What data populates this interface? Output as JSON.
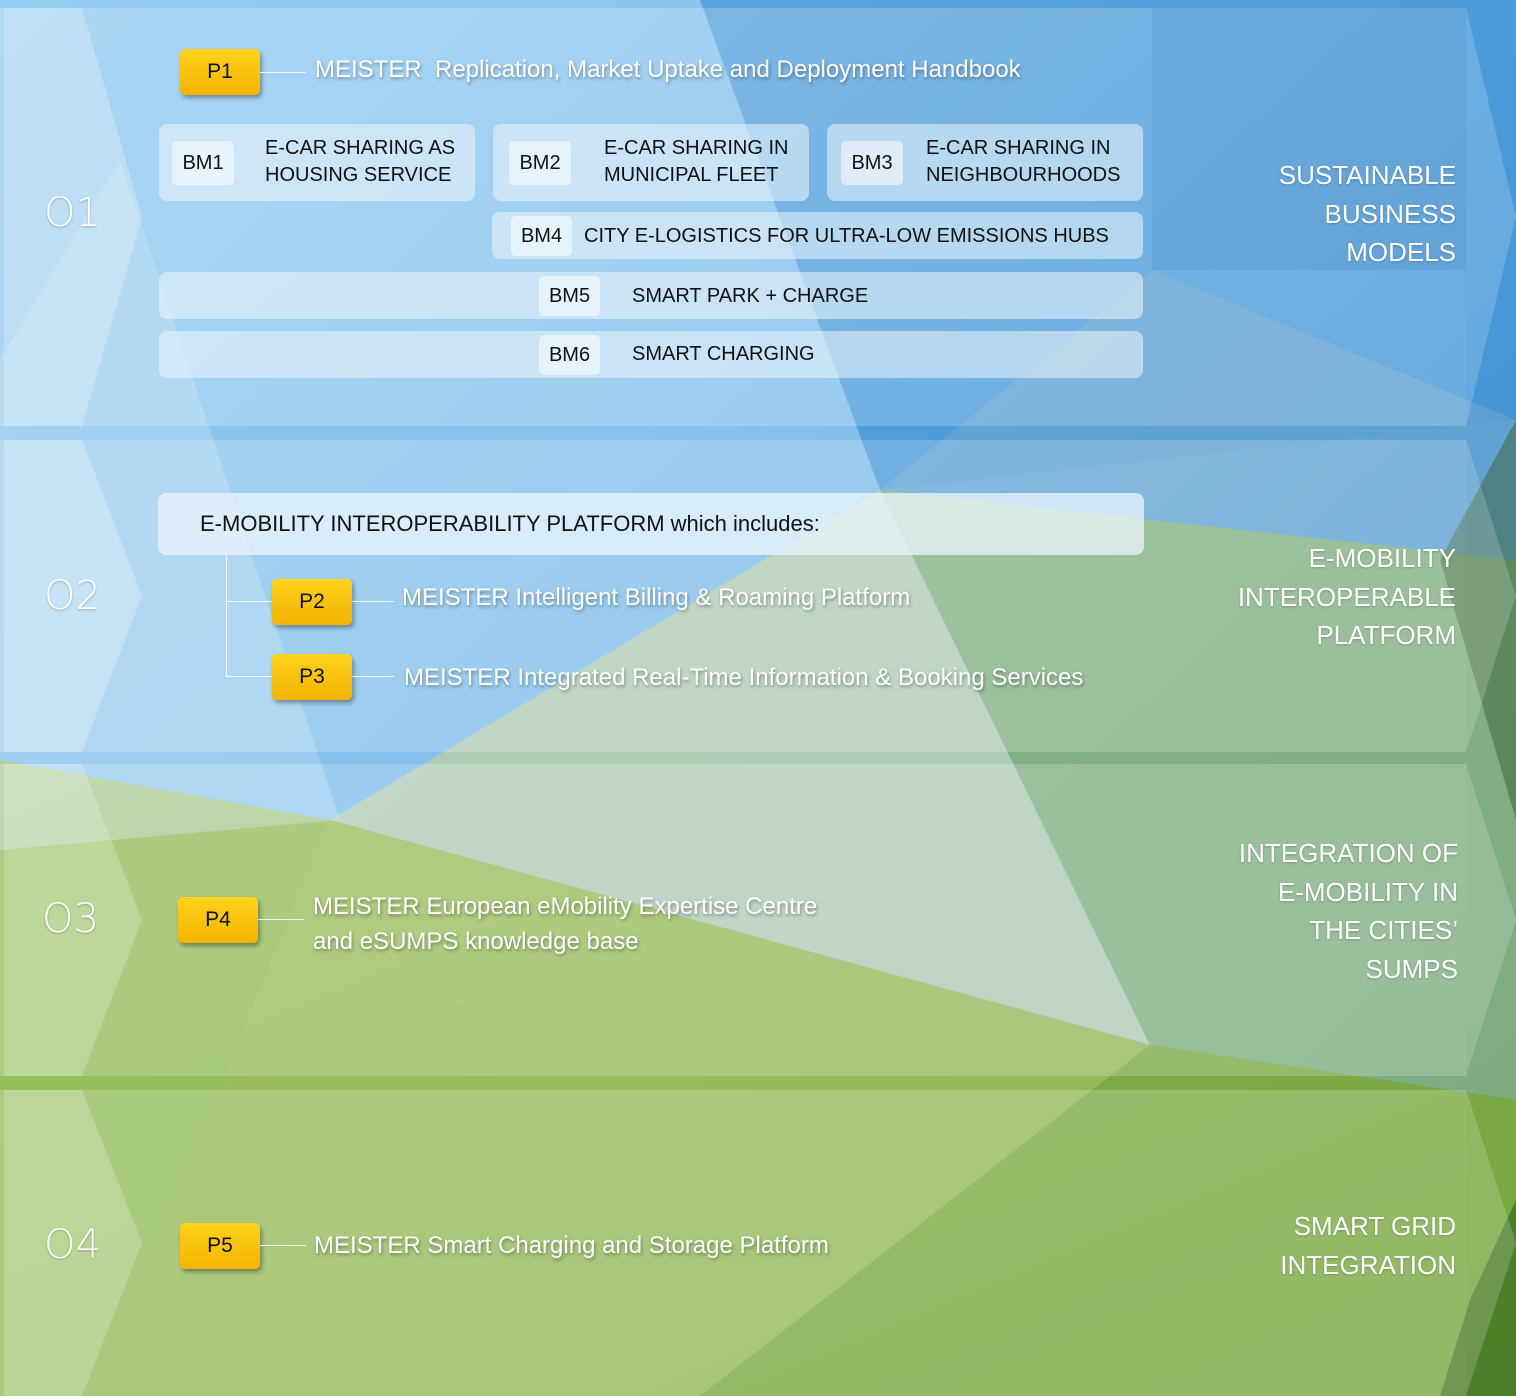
{
  "objectives": [
    {
      "id": "O1",
      "label": "SUSTAINABLE BUSINESS MODELS",
      "label_lines": [
        "SUSTAINABLE",
        "BUSINESS",
        "MODELS"
      ]
    },
    {
      "id": "O2",
      "label": "E-MOBILITY INTEROPERABLE PLATFORM",
      "label_lines": [
        "E-MOBILITY",
        "INTEROPERABLE",
        "PLATFORM"
      ]
    },
    {
      "id": "O3",
      "label": "INTEGRATION OF E-MOBILITY IN THE CITIES' SUMPS",
      "label_lines": [
        "INTEGRATION OF",
        "E-MOBILITY IN",
        "THE CITIES’",
        "SUMPS"
      ]
    },
    {
      "id": "O4",
      "label": "SMART GRID INTEGRATION",
      "label_lines": [
        "SMART GRID",
        "INTEGRATION"
      ]
    }
  ],
  "products": {
    "p1": {
      "code": "P1",
      "text": "MEISTER  Replication, Market Uptake and Deployment Handbook"
    },
    "p2": {
      "code": "P2",
      "text": "MEISTER Intelligent Billing & Roaming Platform"
    },
    "p3": {
      "code": "P3",
      "text": "MEISTER Integrated Real-Time Information & Booking Services"
    },
    "p4": {
      "code": "P4",
      "text_lines": [
        "MEISTER European eMobility Expertise Centre",
        "and eSUMPS knowledge base"
      ]
    },
    "p5": {
      "code": "P5",
      "text": "MEISTER Smart Charging and Storage Platform"
    }
  },
  "business_models": {
    "bm1": {
      "code": "BM1",
      "lines": [
        "E-CAR SHARING AS",
        "HOUSING SERVICE"
      ]
    },
    "bm2": {
      "code": "BM2",
      "lines": [
        "E-CAR SHARING IN",
        "MUNICIPAL FLEET"
      ]
    },
    "bm3": {
      "code": "BM3",
      "lines": [
        "E-CAR SHARING IN",
        "NEIGHBOURHOODS"
      ]
    },
    "bm4": {
      "code": "BM4",
      "text": "CITY E-LOGISTICS FOR ULTRA-LOW EMISSIONS HUBS"
    },
    "bm5": {
      "code": "BM5",
      "text": "SMART PARK + CHARGE"
    },
    "bm6": {
      "code": "BM6",
      "text": "SMART CHARGING"
    }
  },
  "platform": {
    "text": "E-MOBILITY INTEROPERABILITY PLATFORM which includes:"
  },
  "colors": {
    "accent_yellow": "#f5b800",
    "blue": "#3a8fd6",
    "green": "#7aa84a"
  }
}
